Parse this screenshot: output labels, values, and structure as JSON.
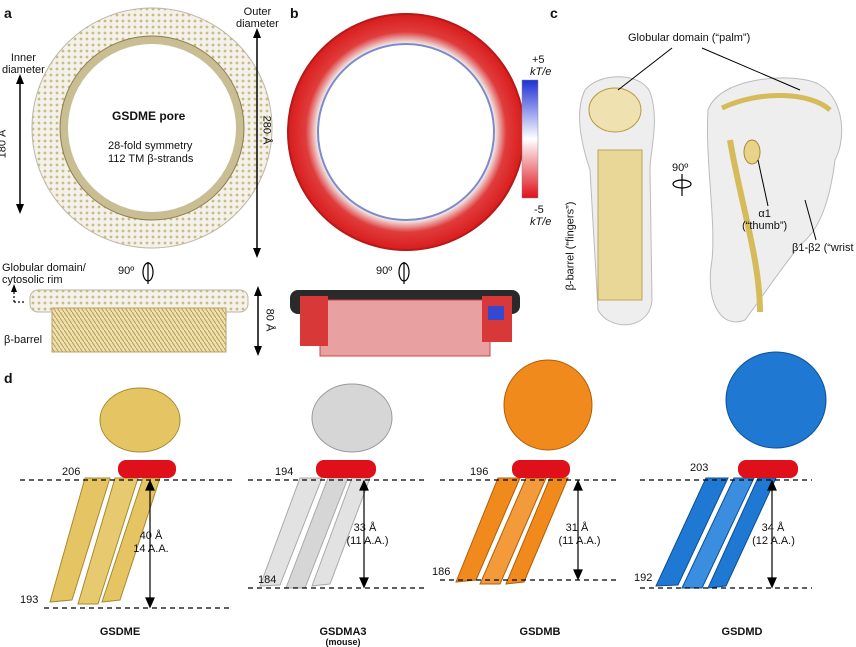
{
  "panel_labels": {
    "a": "a",
    "b": "b",
    "c": "c",
    "d": "d"
  },
  "panel_a": {
    "inner_diameter": "Inner\ndiameter",
    "outer_diameter": "Outer\ndiameter",
    "dim_180": "180 Å",
    "dim_280": "280 Å",
    "dim_80": "80 Å",
    "pore_title": "GSDME pore",
    "symmetry": "28-fold symmetry",
    "strands": "112 TM β-strands",
    "rot_90": "90º",
    "globular_rim": "Globular domain/\ncytosolic rim",
    "beta_barrel": "β-barrel"
  },
  "panel_b": {
    "rot_90": "90º",
    "scale_pos": "+5",
    "scale_unit_top": "kT/e",
    "scale_neg": "-5",
    "scale_unit_bottom": "kT/e",
    "colors": {
      "positive": "#1e2fd6",
      "neutral": "#ffffff",
      "negative": "#e0101a"
    }
  },
  "panel_c": {
    "globular_palm": "Globular domain (“palm”)",
    "rot_90": "90º",
    "beta_barrel_fingers": "β-barrel (“fingers”)",
    "alpha1": "α1\n(“thumb”)",
    "wrist": "β1-β2 (“wrist"
  },
  "panel_d": {
    "structures": [
      {
        "name": "GSDME",
        "sub": "",
        "top_res": "206",
        "bottom_res": "193",
        "dist": "40 Å",
        "aa": "14 A.A.",
        "color": "#e5c463"
      },
      {
        "name": "GSDMA3",
        "sub": "(mouse)",
        "top_res": "194",
        "bottom_res": "184",
        "dist": "33 Å",
        "aa": "(11 A.A.)",
        "color": "#d6d6d6"
      },
      {
        "name": "GSDMB",
        "sub": "",
        "top_res": "196",
        "bottom_res": "186",
        "dist": "31 Å",
        "aa": "(11 A.A.)",
        "color": "#f08a1c"
      },
      {
        "name": "GSDMD",
        "sub": "",
        "top_res": "203",
        "bottom_res": "192",
        "dist": "34 Å",
        "aa": "(12 A.A.)",
        "color": "#1f78d1"
      }
    ],
    "helix_color": "#e0101a"
  }
}
